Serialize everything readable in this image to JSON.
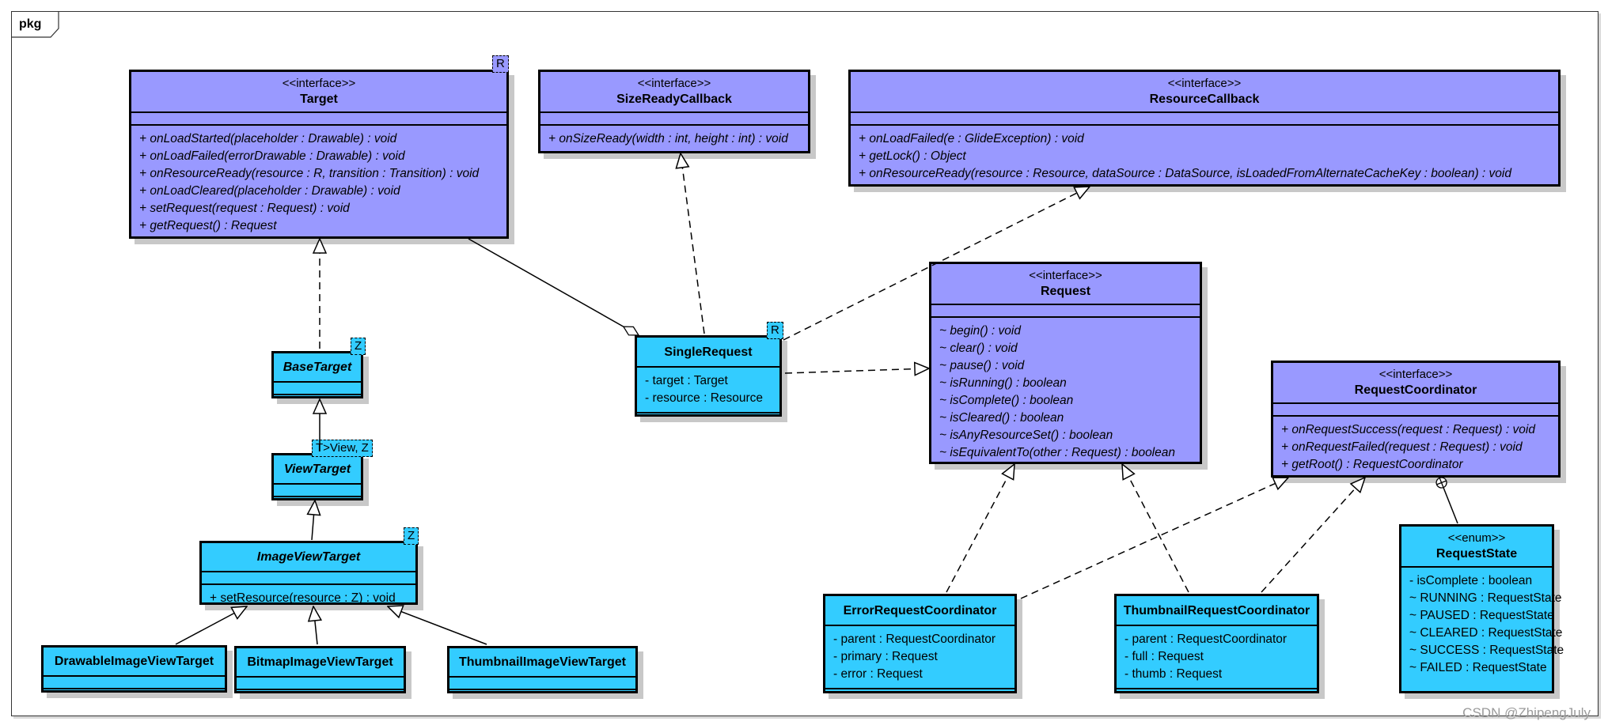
{
  "package": {
    "label": "pkg"
  },
  "classes": {
    "target": {
      "stereotype": "<<interface>>",
      "name": "Target",
      "type_param": "R",
      "ops": [
        "+ onLoadStarted(placeholder : Drawable) : void",
        "+ onLoadFailed(errorDrawable : Drawable) : void",
        "+ onResourceReady(resource : R, transition : Transition) : void",
        "+ onLoadCleared(placeholder : Drawable) : void",
        "+ setRequest(request : Request) : void",
        "+ getRequest() : Request"
      ]
    },
    "size_ready_callback": {
      "stereotype": "<<interface>>",
      "name": "SizeReadyCallback",
      "ops": [
        "+ onSizeReady(width : int, height : int) : void"
      ]
    },
    "resource_callback": {
      "stereotype": "<<interface>>",
      "name": "ResourceCallback",
      "ops": [
        "+ onLoadFailed(e : GlideException) : void",
        "+ getLock() : Object",
        "+ onResourceReady(resource : Resource, dataSource : DataSource, isLoadedFromAlternateCacheKey : boolean) : void"
      ]
    },
    "request": {
      "stereotype": "<<interface>>",
      "name": "Request",
      "ops": [
        "~ begin() : void",
        "~ clear() : void",
        "~ pause() : void",
        "~ isRunning() : boolean",
        "~ isComplete() : boolean",
        "~ isCleared() : boolean",
        "~ isAnyResourceSet() : boolean",
        "~ isEquivalentTo(other : Request) : boolean"
      ]
    },
    "request_coordinator": {
      "stereotype": "<<interface>>",
      "name": "RequestCoordinator",
      "ops": [
        "+ onRequestSuccess(request : Request) : void",
        "+ onRequestFailed(request : Request) : void",
        "+ getRoot() : RequestCoordinator"
      ]
    },
    "single_request": {
      "name": "SingleRequest",
      "type_param": "R",
      "attrs": [
        "- target : Target",
        "- resource : Resource"
      ]
    },
    "base_target": {
      "name": "BaseTarget",
      "type_param": "Z"
    },
    "view_target": {
      "name": "ViewTarget",
      "type_param": "T>View, Z"
    },
    "image_view_target": {
      "name": "ImageViewTarget",
      "type_param": "Z",
      "ops": [
        "+ setResource(resource : Z) : void"
      ]
    },
    "drawable_image_view_target": {
      "name": "DrawableImageViewTarget"
    },
    "bitmap_image_view_target": {
      "name": "BitmapImageViewTarget"
    },
    "thumbnail_image_view_target": {
      "name": "ThumbnailImageViewTarget"
    },
    "error_request_coordinator": {
      "name": "ErrorRequestCoordinator",
      "attrs": [
        "- parent : RequestCoordinator",
        "- primary : Request",
        "- error : Request"
      ]
    },
    "thumbnail_request_coordinator": {
      "name": "ThumbnailRequestCoordinator",
      "attrs": [
        "- parent : RequestCoordinator",
        "- full : Request",
        "- thumb : Request"
      ]
    },
    "request_state": {
      "stereotype": "<<enum>>",
      "name": "RequestState",
      "attrs": [
        "- isComplete : boolean",
        "~ RUNNING : RequestState",
        "~ PAUSED : RequestState",
        "~ CLEARED : RequestState",
        "~ SUCCESS : RequestState",
        "~ FAILED : RequestState"
      ]
    }
  },
  "colors": {
    "interface": "#9999ff",
    "class": "#33ccff",
    "shadow": "#c8c8c8"
  },
  "watermark": "CSDN @ZhipengJuly"
}
